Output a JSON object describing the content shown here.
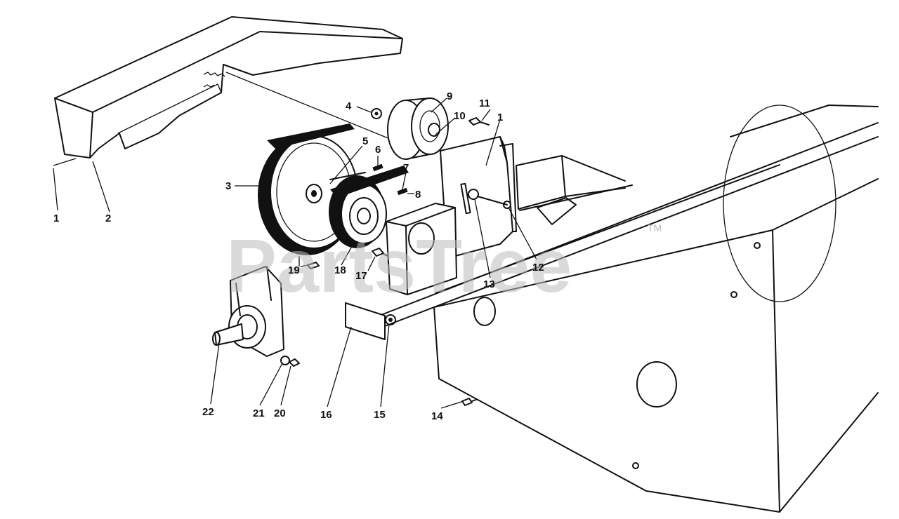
{
  "watermark": {
    "text": "PartsTree",
    "trademark": "TM"
  },
  "callouts": [
    "1",
    "2",
    "3",
    "4",
    "5",
    "6",
    "7",
    "8",
    "9",
    "10",
    "11",
    "1",
    "12",
    "13",
    "14",
    "15",
    "16",
    "17",
    "18",
    "19",
    "20",
    "21",
    "22"
  ],
  "colors": {
    "ink": "#111111",
    "paper": "#ffffff",
    "watermark": "#bdbdbd"
  }
}
